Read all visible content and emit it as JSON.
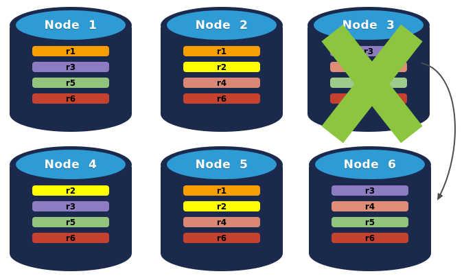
{
  "diagram": {
    "description": "Six database nodes with replicated row partitions; Node 3 has failed (green X) and its replicas fail over to Node 6",
    "colors": {
      "canvas_bg": "#FFFFFF",
      "cylinder_body": "#1B2A4C",
      "cylinder_top": "#2E9BD5",
      "node_title_text": "#FFFFFF",
      "row_label_text": "#000000",
      "failure_x": "#8CC63F",
      "arrow": "#4D4D4D"
    },
    "nodes": [
      {
        "id": "node-1",
        "label": "Node  1",
        "failed": false,
        "rows": [
          {
            "label": "r1",
            "color": "#F79E00"
          },
          {
            "label": "r3",
            "color": "#8E7CC3"
          },
          {
            "label": "r5",
            "color": "#93C47D"
          },
          {
            "label": "r6",
            "color": "#C54130"
          }
        ]
      },
      {
        "id": "node-2",
        "label": "Node  2",
        "failed": false,
        "rows": [
          {
            "label": "r1",
            "color": "#F79E00"
          },
          {
            "label": "r2",
            "color": "#FFFF00"
          },
          {
            "label": "r4",
            "color": "#D98876"
          },
          {
            "label": "r6",
            "color": "#C54130"
          }
        ]
      },
      {
        "id": "node-3",
        "label": "Node  3",
        "failed": true,
        "rows": [
          {
            "label": "r3",
            "color": "#8E7CC3"
          },
          {
            "label": "",
            "color": "#E08D78"
          },
          {
            "label": "",
            "color": "#9CCB8B"
          },
          {
            "label": "",
            "color": "#C54130"
          }
        ]
      },
      {
        "id": "node-4",
        "label": "Node  4",
        "failed": false,
        "rows": [
          {
            "label": "r2",
            "color": "#FFFF00"
          },
          {
            "label": "r3",
            "color": "#8E7CC3"
          },
          {
            "label": "r5",
            "color": "#93C47D"
          },
          {
            "label": "r6",
            "color": "#C54130"
          }
        ]
      },
      {
        "id": "node-5",
        "label": "Node  5",
        "failed": false,
        "rows": [
          {
            "label": "r1",
            "color": "#F79E00"
          },
          {
            "label": "r2",
            "color": "#FFFF00"
          },
          {
            "label": "r4",
            "color": "#D98876"
          },
          {
            "label": "r6",
            "color": "#C54130"
          }
        ]
      },
      {
        "id": "node-6",
        "label": "Node  6",
        "failed": false,
        "rows": [
          {
            "label": "r3",
            "color": "#8E7CC3"
          },
          {
            "label": "r4",
            "color": "#E08D78"
          },
          {
            "label": "r5",
            "color": "#93C47D"
          },
          {
            "label": "r6",
            "color": "#C54130"
          }
        ]
      }
    ],
    "arrow": {
      "from": "node-3",
      "to": "node-6"
    }
  }
}
